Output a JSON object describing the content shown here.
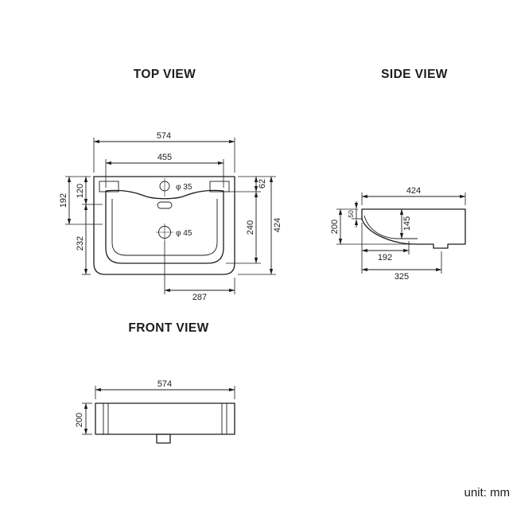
{
  "meta": {
    "unit_label": "unit: mm",
    "colors": {
      "ink": "#1c1c1c",
      "background": "#ffffff"
    }
  },
  "top_view": {
    "title": "TOP VIEW",
    "dim_574": "574",
    "dim_455": "455",
    "dim_62": "62",
    "dim_120": "120",
    "dim_192": "192",
    "dim_232": "232",
    "dim_240": "240",
    "dim_424": "424",
    "dim_287": "287",
    "label_faucet_hole": "φ 35",
    "label_drain_hole": "φ 45"
  },
  "side_view": {
    "title": "SIDE VIEW",
    "dim_424": "424",
    "dim_200": "200",
    "dim_50": "50",
    "dim_145": "145",
    "dim_192": "192",
    "dim_325": "325"
  },
  "front_view": {
    "title": "FRONT VIEW",
    "dim_574": "574",
    "dim_200": "200"
  }
}
